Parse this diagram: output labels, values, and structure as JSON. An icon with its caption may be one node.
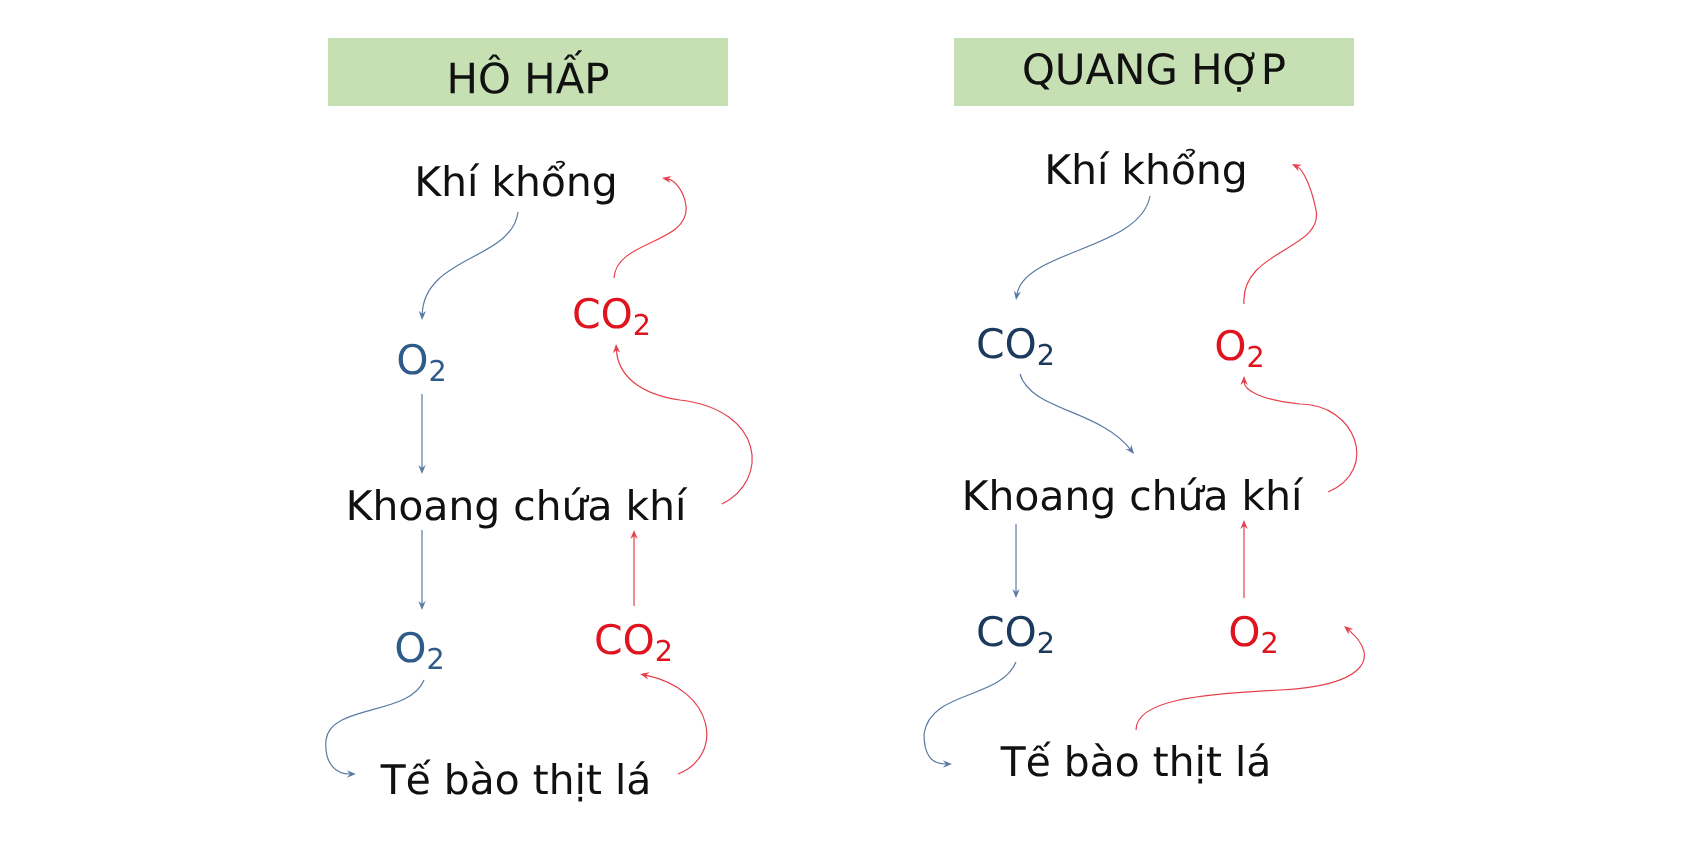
{
  "diagram": {
    "nodes": [
      {
        "text": [
          "HÔ HẤP"
        ]
      },
      {
        "text": [
          "Khí khổng"
        ]
      },
      {
        "text": [
          "O$_{2}$"
        ]
      },
      {
        "text": [
          "CO$_{2}$"
        ]
      },
      {
        "text": [
          "Khoang chứa khí"
        ]
      },
      {
        "text": [
          "O$_{2}$"
        ]
      },
      {
        "text": [
          "CO$_{2}$"
        ]
      },
      {
        "text": [
          "Tế bào thịt lá"
        ]
      },
      {
        "text": [
          "QUANG HỢP"
        ]
      },
      {
        "text": [
          "Khí khổng"
        ]
      },
      {
        "text": [
          "CO$_{2}$"
        ]
      },
      {
        "text": [
          "O$_{2}$"
        ]
      },
      {
        "text": [
          "Khoang chứa khí"
        ]
      },
      {
        "text": [
          "CO$_{2}$"
        ]
      },
      {
        "text": [
          "O$_{2}$"
        ]
      },
      {
        "text": [
          "Tế bào thịt lá"
        ]
      }
    ],
    "edges": [
      {
        "from": 1,
        "to": 2,
        "arrow": "to",
        "color": "#5a7aa3"
      },
      {
        "from": 2,
        "to": 4,
        "arrow": "to",
        "color": "#5a7aa3"
      },
      {
        "from": 4,
        "to": 5,
        "arrow": "to",
        "color": "#5a7aa3"
      },
      {
        "from": 5,
        "to": 7,
        "arrow": "to",
        "color": "#5a7aa3"
      },
      {
        "from": 7,
        "to": 6,
        "arrow": "to",
        "color": "#e5404d"
      },
      {
        "from": 6,
        "to": 4,
        "arrow": "to",
        "color": "#e5404d"
      },
      {
        "from": 4,
        "to": 3,
        "arrow": "to",
        "color": "#e5404d"
      },
      {
        "from": 3,
        "to": 1,
        "arrow": "to",
        "color": "#e5404d"
      },
      {
        "from": 9,
        "to": 10,
        "arrow": "to",
        "color": "#5a7aa3"
      },
      {
        "from": 10,
        "to": 12,
        "arrow": "to",
        "color": "#5a7aa3"
      },
      {
        "from": 12,
        "to": 13,
        "arrow": "to",
        "color": "#5a7aa3"
      },
      {
        "from": 13,
        "to": 15,
        "arrow": "to",
        "color": "#5a7aa3"
      },
      {
        "from": 15,
        "to": 14,
        "arrow": "to",
        "color": "#e5404d"
      },
      {
        "from": 14,
        "to": 12,
        "arrow": "to",
        "color": "#e5404d"
      },
      {
        "from": 12,
        "to": 11,
        "arrow": "to",
        "color": "#e5404d"
      },
      {
        "from": 11,
        "to": 9,
        "arrow": "to",
        "color": "#e5404d"
      }
    ]
  }
}
